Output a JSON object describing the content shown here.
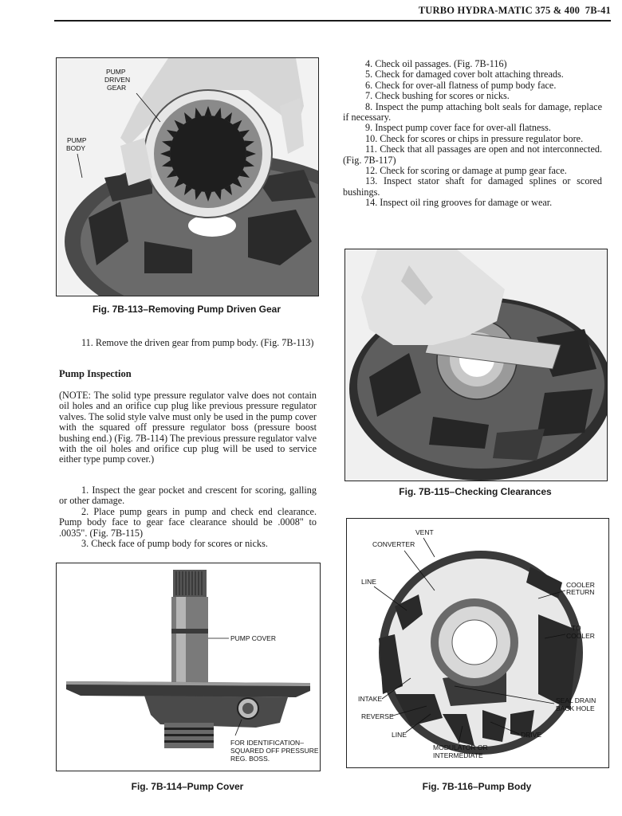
{
  "header": {
    "title": "TURBO HYDRA-MATIC 375 & 400",
    "page": "7B-41"
  },
  "figures": {
    "fig113": {
      "caption": "Fig. 7B-113–Removing Pump Driven Gear",
      "labels": [
        "PUMP",
        "DRIVEN",
        "GEAR",
        "PUMP",
        "BODY"
      ]
    },
    "fig114": {
      "caption": "Fig. 7B-114–Pump Cover",
      "labels": [
        "PUMP COVER",
        "FOR IDENTIFICATION–",
        "SQUARED OFF PRESSURE",
        "REG. BOSS."
      ]
    },
    "fig115": {
      "caption": "Fig. 7B-115–Checking Clearances"
    },
    "fig116": {
      "caption": "Fig. 7B-116–Pump Body",
      "labels": {
        "vent": "VENT",
        "converter": "CONVERTER",
        "line1": "LINE",
        "cooler_return": [
          "COOLER",
          "RETURN"
        ],
        "to_cooler": [
          "TO",
          "COOLER"
        ],
        "intake": "INTAKE",
        "reverse": "REVERSE",
        "line2": "LINE",
        "seal_drain": [
          "SEAL DRAIN",
          "BACK HOLE"
        ],
        "drive": "DRIVE",
        "modulator": [
          "MODULATOR OR",
          "INTERMEDIATE"
        ]
      }
    }
  },
  "left_text": {
    "step11": "11. Remove the driven gear from pump body. (Fig. 7B-113)",
    "heading": "Pump Inspection",
    "note": "(NOTE: The solid type pressure regulator valve does not contain oil holes and an orifice cup plug like previous pressure regulator valves. The solid style valve must only be used in the pump cover with the squared off pressure regulator boss (pressure boost bushing end.) (Fig. 7B-114) The previous pressure regulator valve with the oil holes and orifice cup plug will be used to service either type pump cover.)",
    "steps": [
      "1. Inspect the gear pocket and crescent for scoring, galling or other damage.",
      "2. Place pump gears in pump and check end clearance. Pump body face to gear face clearance should be .0008\" to .0035\". (Fig. 7B-115)",
      "3. Check face of pump body for scores or nicks."
    ]
  },
  "right_text": {
    "steps": [
      "4. Check oil passages. (Fig. 7B-116)",
      "5. Check for damaged cover bolt attaching threads.",
      "6. Check for over-all flatness of pump body face.",
      "7. Check bushing for scores or nicks.",
      "8. Inspect the pump attaching bolt seals for damage, replace if necessary.",
      "9. Inspect pump cover face for over-all flatness.",
      "10. Check for scores or chips in pressure regulator bore.",
      "11. Check that all passages are open and not interconnected. (Fig. 7B-117)",
      "12. Check for scoring or damage at pump gear face.",
      "13. Inspect stator shaft for damaged splines or scored bushings.",
      "14. Inspect oil ring grooves for damage or wear."
    ]
  }
}
